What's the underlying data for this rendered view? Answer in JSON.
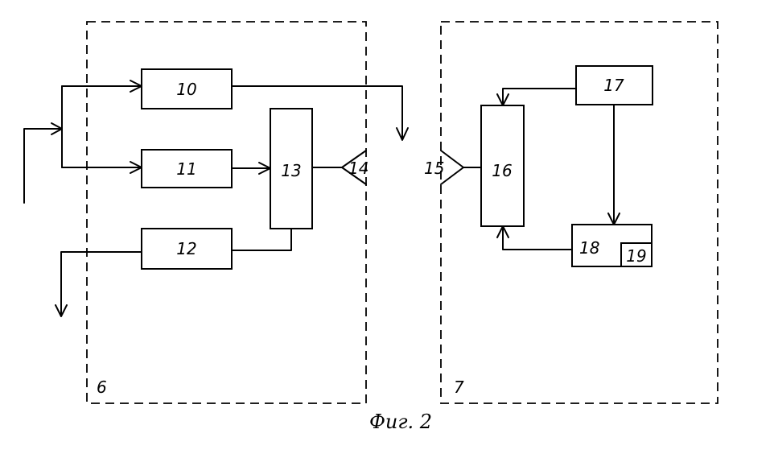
{
  "figure_caption": "Фиг. 2",
  "groups": {
    "g6": "6",
    "g7": "7"
  },
  "blocks": {
    "b10": "10",
    "b11": "11",
    "b12": "12",
    "b13": "13",
    "b14": "14",
    "b15": "15",
    "b16": "16",
    "b17": "17",
    "b18": "18",
    "b19": "19"
  }
}
